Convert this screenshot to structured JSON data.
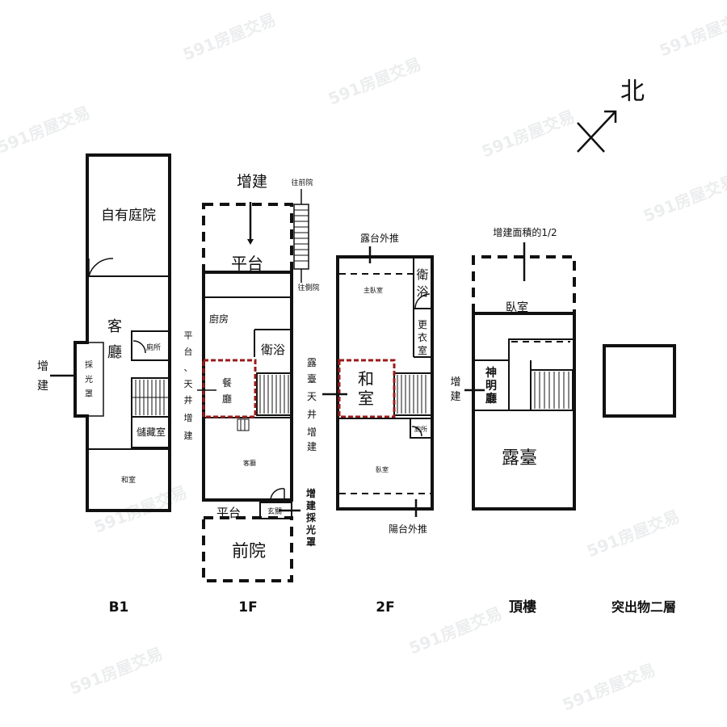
{
  "compass": {
    "north_label": "北"
  },
  "watermark": "591房屋交易",
  "floors": {
    "b1": {
      "title": "B1",
      "rooms": {
        "courtyard": "自有庭院",
        "living_1": "客",
        "living_2": "廳",
        "toilet": "廁所",
        "skylight_1": "採",
        "skylight_2": "光",
        "skylight_3": "罩",
        "storage": "儲藏室",
        "room_bottom": "和室"
      },
      "annotations": {
        "extension_1": "增",
        "extension_2": "建"
      }
    },
    "f1": {
      "title": "1F",
      "rooms": {
        "platform_top": "平台",
        "kitchen": "廚房",
        "bath": "衛浴",
        "dining_1": "餐",
        "dining_2": "廳",
        "living": "客廳",
        "platform_bottom": "平台",
        "entrance": "玄關",
        "front_yard": "前院"
      },
      "annotations": {
        "extension_top": "增建",
        "to_front_yard": "往前院",
        "to_side_yard": "往側院",
        "left_note": [
          "平",
          "台",
          "、",
          "天",
          "井",
          "增",
          "建"
        ],
        "skylight_note": [
          "增",
          "建",
          "採",
          "光",
          "罩"
        ]
      }
    },
    "f2": {
      "title": "2F",
      "rooms": {
        "master_bedroom": "主臥室",
        "bath_1": "衛",
        "bath_2": "浴",
        "closet": [
          "更",
          "衣",
          "室"
        ],
        "japanese_1": "和",
        "japanese_2": "室",
        "toilet": "廁所",
        "bedroom": "臥室"
      },
      "annotations": {
        "terrace_push": "露台外推",
        "balcony_push": "陽台外推",
        "left_note": [
          "露",
          "臺",
          "天",
          "井",
          "增",
          "建"
        ]
      }
    },
    "roof": {
      "title": "頂樓",
      "rooms": {
        "bedroom": "臥室",
        "shrine": [
          "神",
          "明",
          "廳"
        ],
        "terrace": "露臺"
      },
      "annotations": {
        "half_area": "增建面積的1/2",
        "extension_1": "增",
        "extension_2": "建"
      }
    },
    "penthouse": {
      "title": "突出物二層"
    }
  }
}
